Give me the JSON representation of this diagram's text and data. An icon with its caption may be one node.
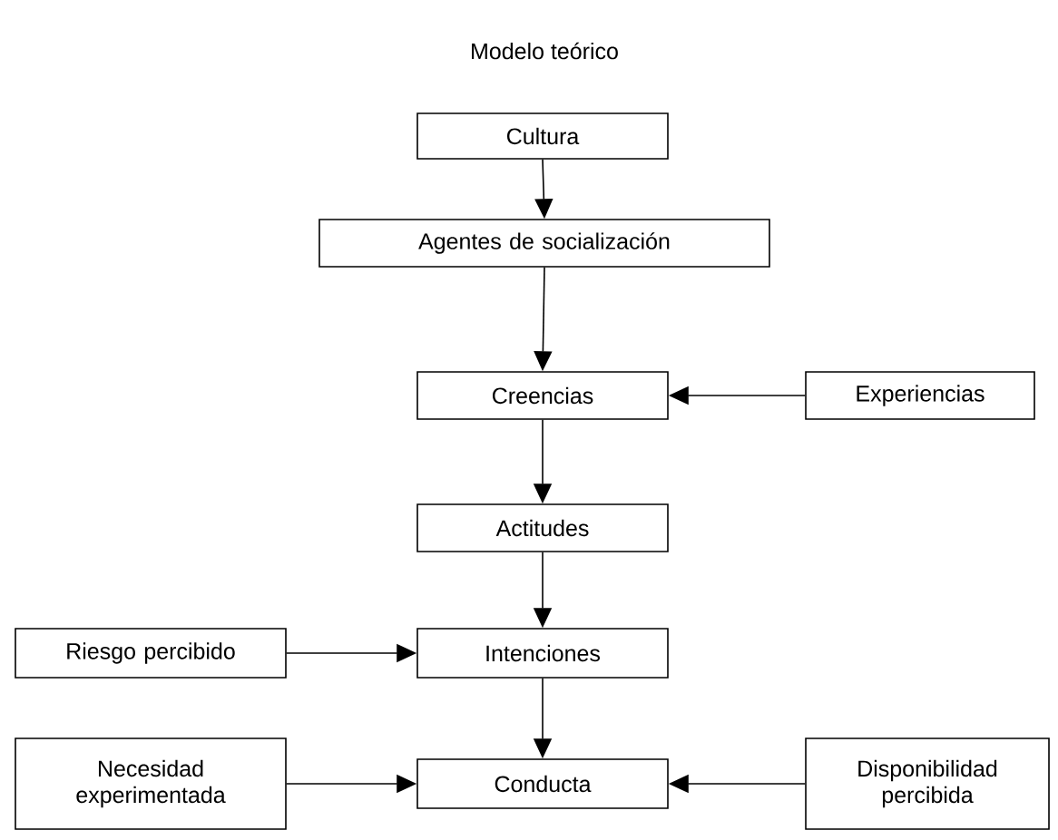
{
  "diagram": {
    "title": "Modelo teórico",
    "nodes": [
      {
        "text": [
          "Cultura"
        ]
      },
      {
        "text": [
          "Agentes de socialización"
        ]
      },
      {
        "text": [
          "Creencias"
        ]
      },
      {
        "text": [
          "Experiencias"
        ]
      },
      {
        "text": [
          "Actitudes"
        ]
      },
      {
        "text": [
          "Riesgo percibido"
        ]
      },
      {
        "text": [
          "Intenciones"
        ]
      },
      {
        "text": [
          "Necesidad experimentada"
        ]
      },
      {
        "text": [
          "Conducta"
        ]
      },
      {
        "text": [
          "Disponibilidad percibida"
        ]
      }
    ],
    "edges": [
      {
        "from": 0,
        "to": 1,
        "arrow": "to"
      },
      {
        "from": 1,
        "to": 2,
        "arrow": "to"
      },
      {
        "from": 3,
        "to": 2,
        "arrow": "to"
      },
      {
        "from": 2,
        "to": 4,
        "arrow": "to"
      },
      {
        "from": 4,
        "to": 6,
        "arrow": "to"
      },
      {
        "from": 5,
        "to": 6,
        "arrow": "to"
      },
      {
        "from": 6,
        "to": 8,
        "arrow": "to"
      },
      {
        "from": 7,
        "to": 8,
        "arrow": "to"
      },
      {
        "from": 9,
        "to": 8,
        "arrow": "to"
      }
    ]
  }
}
